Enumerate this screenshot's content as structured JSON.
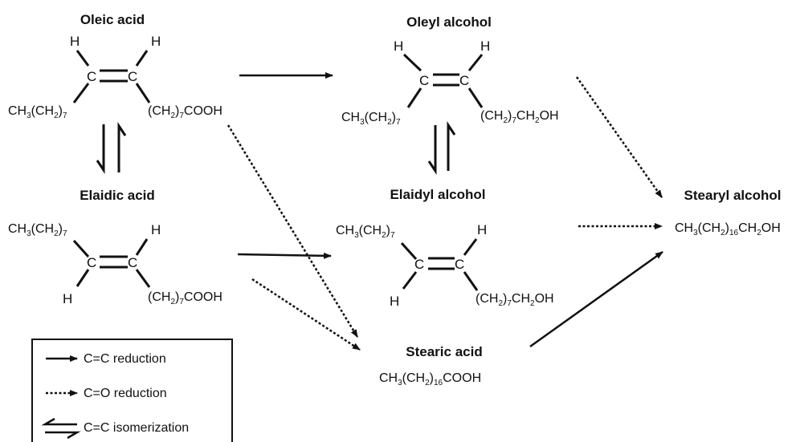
{
  "compounds": {
    "oleic_acid": {
      "title": "Oleic acid",
      "left_chain": [
        "CH",
        "3",
        "(CH",
        "2",
        ")",
        "7"
      ],
      "right_chain": [
        "(CH",
        "2",
        ")",
        "7",
        "COOH"
      ]
    },
    "elaidic_acid": {
      "title": "Elaidic acid",
      "left_chain": [
        "CH",
        "3",
        "(CH",
        "2",
        ")",
        "7"
      ],
      "right_chain": [
        "(CH",
        "2",
        ")",
        "7",
        "COOH"
      ]
    },
    "oleyl_alcohol": {
      "title": "Oleyl alcohol",
      "left_chain": [
        "CH",
        "3",
        "(CH",
        "2",
        ")",
        "7"
      ],
      "right_chain": [
        "(CH",
        "2",
        ")",
        "7",
        "CH",
        "2",
        "OH"
      ]
    },
    "elaidyl_alcohol": {
      "title": "Elaidyl alcohol",
      "left_chain": [
        "CH",
        "3",
        "(CH",
        "2",
        ")",
        "7"
      ],
      "right_chain": [
        "(CH",
        "2",
        ")",
        "7",
        "CH",
        "2",
        "OH"
      ]
    },
    "stearic_acid": {
      "title": "Stearic acid",
      "formula": [
        "CH",
        "3",
        "(CH",
        "2",
        ")",
        "16",
        "COOH"
      ]
    },
    "stearyl_alcohol": {
      "title": "Stearyl alcohol",
      "formula": [
        "CH",
        "3",
        "(CH",
        "2",
        ")",
        "16",
        "CH",
        "2",
        "OH"
      ]
    }
  },
  "atoms": {
    "carbon": "C",
    "hydrogen": "H"
  },
  "legend": {
    "items": [
      {
        "label": "C=C reduction",
        "style": "solid"
      },
      {
        "label": "C=O reduction",
        "style": "dotted"
      },
      {
        "label": "C=C isomerization",
        "style": "equilibrium"
      }
    ]
  },
  "colors": {
    "ink": "#111111",
    "background": "#ffffff"
  }
}
